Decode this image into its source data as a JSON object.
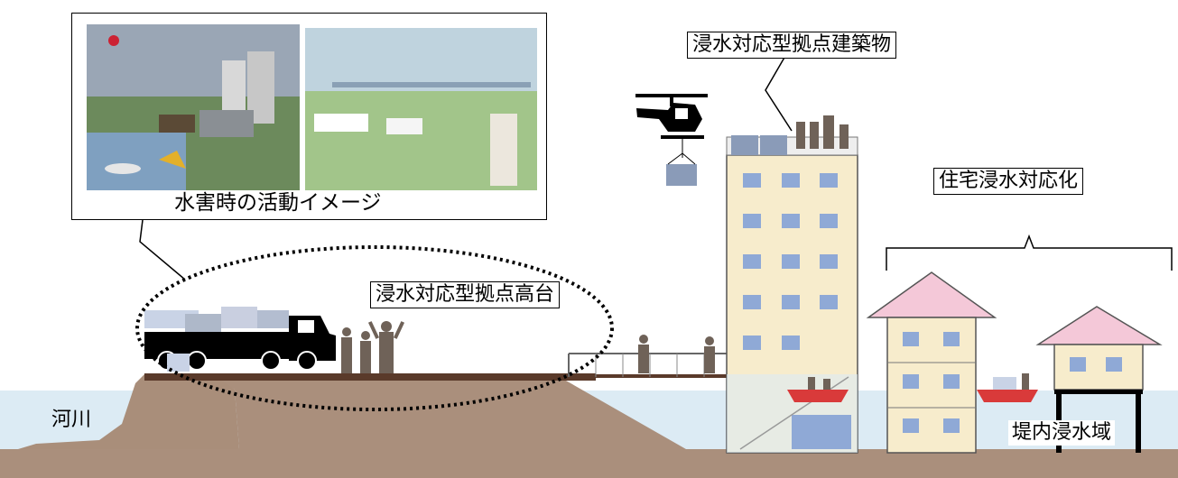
{
  "callout": {
    "caption": "水害時の活動イメージ",
    "photo_left": "sketch-riverside-platform-flooded",
    "photo_right": "sketch-riverside-park-normal"
  },
  "labels": {
    "building": "浸水対応型拠点建築物",
    "housing": "住宅浸水対応化",
    "platform": "浸水対応型拠点高台",
    "river": "河川",
    "inundation_area": "堤内浸水域"
  },
  "colors": {
    "ground": "#aa8f7c",
    "water": "#dcebf4",
    "window": "#8fa9d6",
    "building_wall": "#f7eccc",
    "roof": "#f4c8d8",
    "boat": "#d93a3a",
    "deck": "#5a3a2a",
    "people": "#6f6258"
  }
}
